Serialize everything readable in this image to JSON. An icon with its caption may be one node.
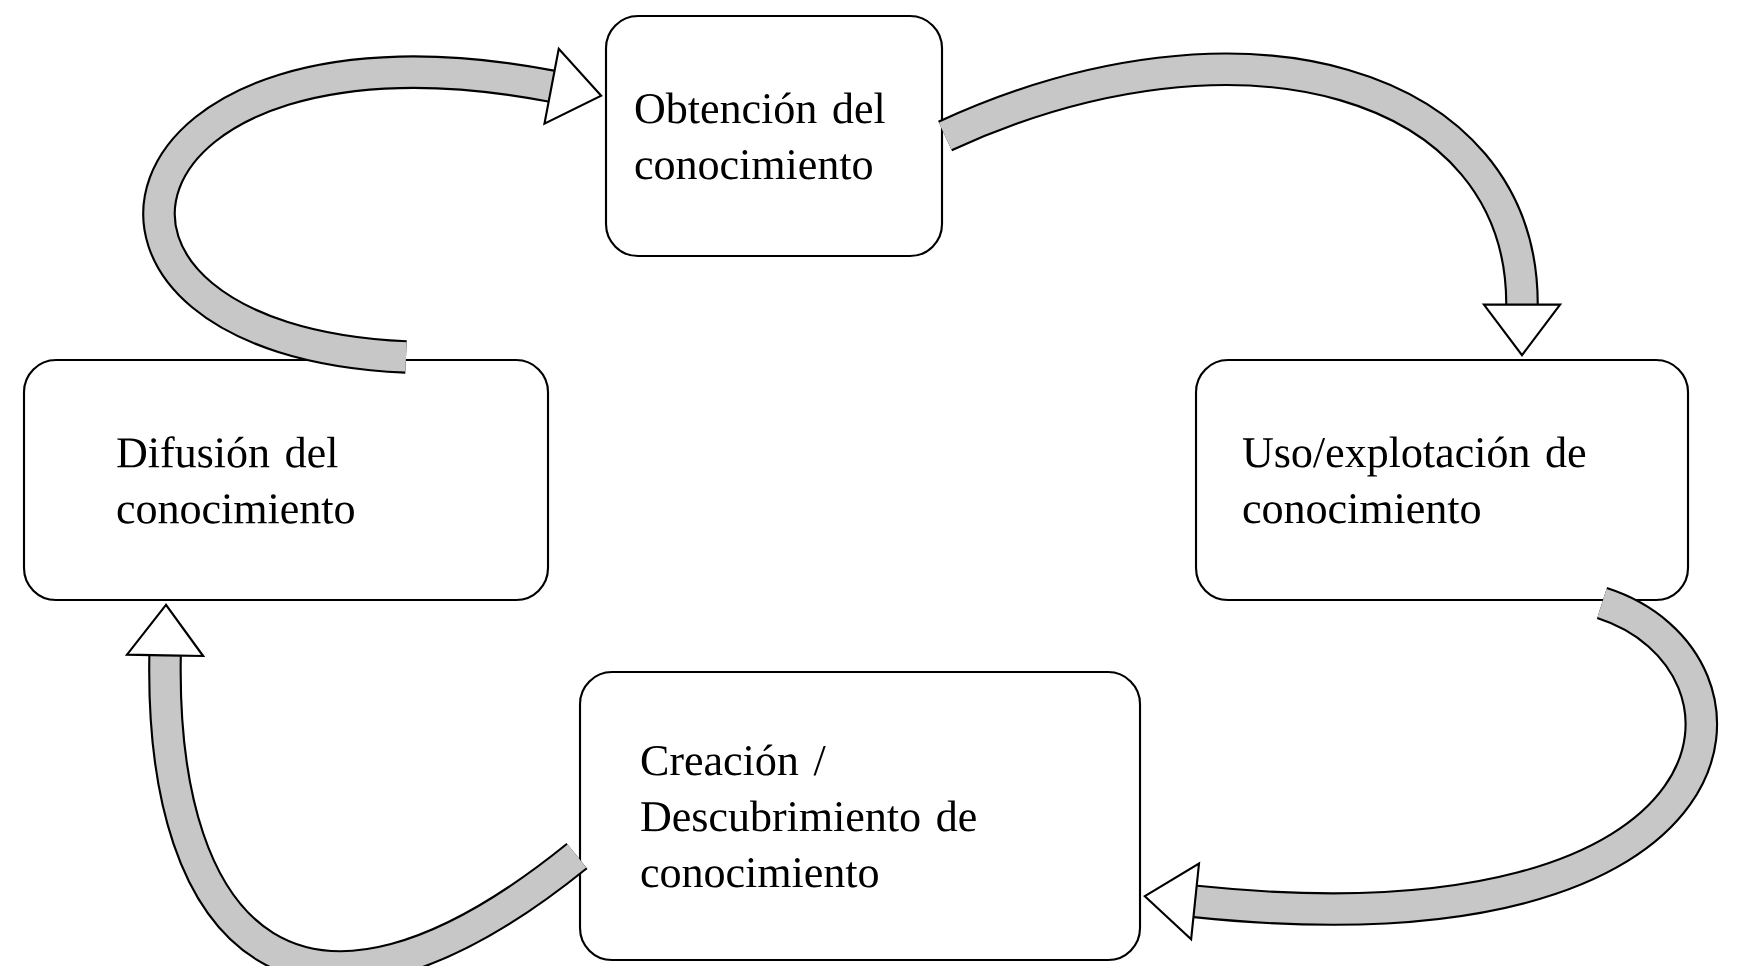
{
  "diagram": {
    "nodes": [
      {
        "text": [
          "Obtención del conocimiento"
        ]
      },
      {
        "text": [
          "Uso/explotación de conocimiento"
        ]
      },
      {
        "text": [
          "Creación / Descubrimiento de conocimiento"
        ]
      },
      {
        "text": [
          "Difusión del conocimiento"
        ]
      }
    ],
    "edges": [
      {
        "from": 0,
        "to": 1,
        "arrow": "to"
      },
      {
        "from": 1,
        "to": 2,
        "arrow": "to"
      },
      {
        "from": 2,
        "to": 3,
        "arrow": "to"
      },
      {
        "from": 3,
        "to": 0,
        "arrow": "to"
      }
    ]
  }
}
